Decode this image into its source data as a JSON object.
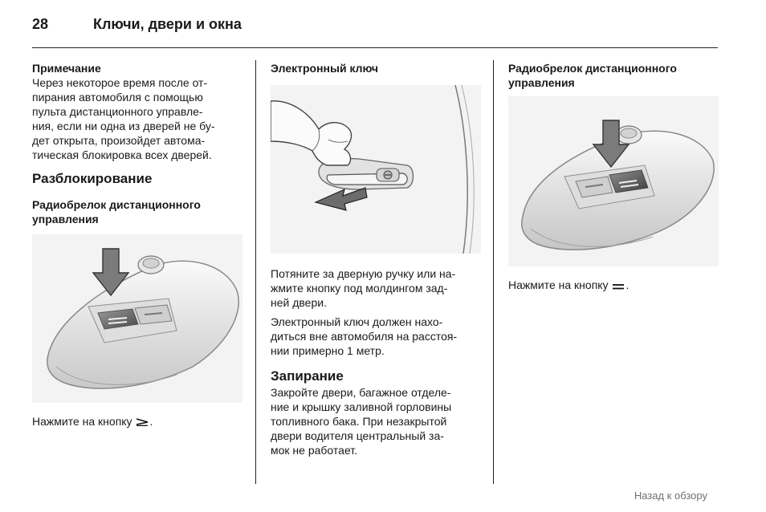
{
  "header": {
    "page_number": "28",
    "title": "Ключи, двери и окна"
  },
  "column1": {
    "note_title": "Примечание",
    "note_lines": [
      "Через некоторое время после от-",
      "пирания автомобиля с помощью",
      "пульта дистанционного управле-",
      "ния, если ни одна из дверей не бу-",
      "дет открыта, произойдет автома-",
      "тическая блокировка всех дверей."
    ],
    "section_title": "Разблокирование",
    "subsection_lines": [
      "Радиобрелок дистанционного",
      "управления"
    ],
    "caption": "Нажмите на кнопку",
    "caption_end": ".",
    "button_icon": "unlock-button-icon"
  },
  "column2": {
    "subsection_title": "Электронный ключ",
    "paragraph1_lines": [
      "Потяните за дверную ручку или на-",
      "жмите кнопку под молдингом зад-",
      "ней двери."
    ],
    "paragraph2_lines": [
      "Электронный ключ должен нахо-",
      "диться вне автомобиля на расстоя-",
      "нии примерно 1 метр."
    ],
    "section_title": "Запирание",
    "paragraph3_lines": [
      "Закройте двери, багажное отделе-",
      "ние и крышку заливной горловины",
      "топливного бака. При незакрытой",
      "двери водителя центральный за-",
      "мок не работает."
    ]
  },
  "column3": {
    "subsection_lines": [
      "Радиобрелок дистанционного",
      "управления"
    ],
    "caption": "Нажмите на кнопку",
    "caption_end": ".",
    "button_icon": "lock-button-icon"
  },
  "footer": {
    "back_link": "Назад к обзору"
  }
}
